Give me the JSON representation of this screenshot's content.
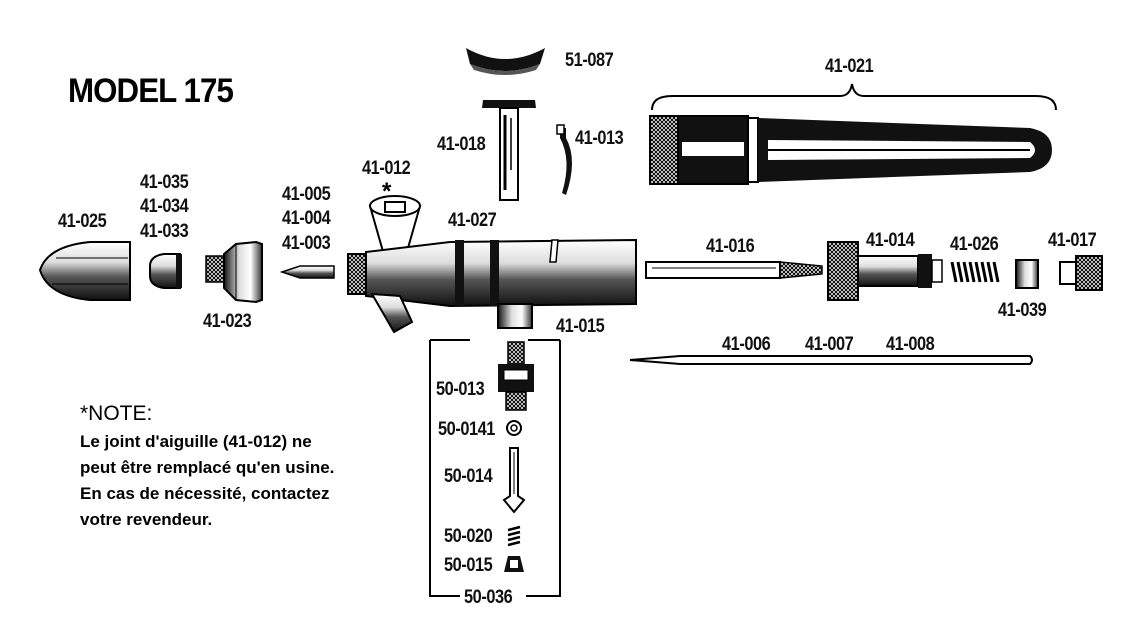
{
  "title": "MODEL 175",
  "parts": {
    "p51_087": "51-087",
    "p41_021": "41-021",
    "p41_018": "41-018",
    "p41_013": "41-013",
    "p41_012": "41-012",
    "p41_035": "41-035",
    "p41_034": "41-034",
    "p41_033": "41-033",
    "p41_025": "41-025",
    "p41_005": "41-005",
    "p41_004": "41-004",
    "p41_003": "41-003",
    "p41_027": "41-027",
    "p41_023": "41-023",
    "p41_016": "41-016",
    "p41_014": "41-014",
    "p41_026": "41-026",
    "p41_017": "41-017",
    "p41_039": "41-039",
    "p41_015": "41-015",
    "p41_006": "41-006",
    "p41_007": "41-007",
    "p41_008": "41-008",
    "p50_013": "50-013",
    "p50_0141": "50-0141",
    "p50_014": "50-014",
    "p50_020": "50-020",
    "p50_015": "50-015",
    "p50_036": "50-036"
  },
  "asterisk": "*",
  "note": {
    "heading": "*NOTE:",
    "lines": [
      "Le joint d'aiguille (41-012) ne",
      "peut être remplacé qu'en usine.",
      "En cas de nécessité, contactez",
      "votre revendeur."
    ]
  }
}
